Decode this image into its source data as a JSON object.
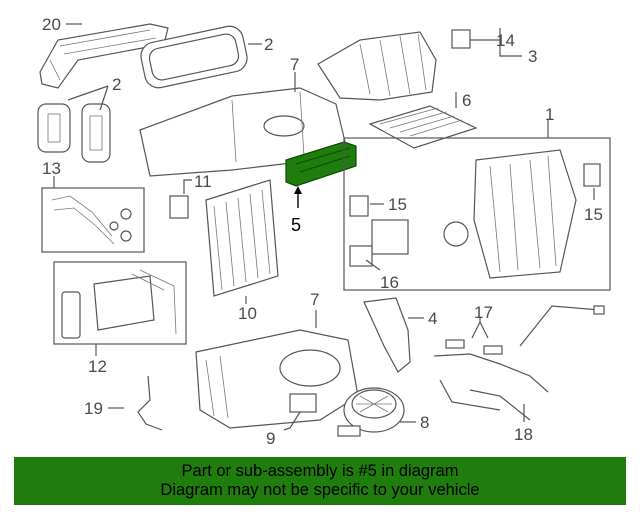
{
  "callouts": {
    "c1": "1",
    "c2a": "2",
    "c2b": "2",
    "c3": "3",
    "c4": "4",
    "c5": "5",
    "c6": "6",
    "c7a": "7",
    "c7b": "7",
    "c8": "8",
    "c9": "9",
    "c10": "10",
    "c11": "11",
    "c12": "12",
    "c13": "13",
    "c14": "14",
    "c15a": "15",
    "c15b": "15",
    "c16": "16",
    "c17": "17",
    "c18": "18",
    "c19": "19",
    "c20": "20"
  },
  "highlight_color": "#1e7d0c",
  "banner": {
    "line1": "Part or sub-assembly is #5 in diagram",
    "line2": "Diagram may not be specific to your vehicle"
  }
}
